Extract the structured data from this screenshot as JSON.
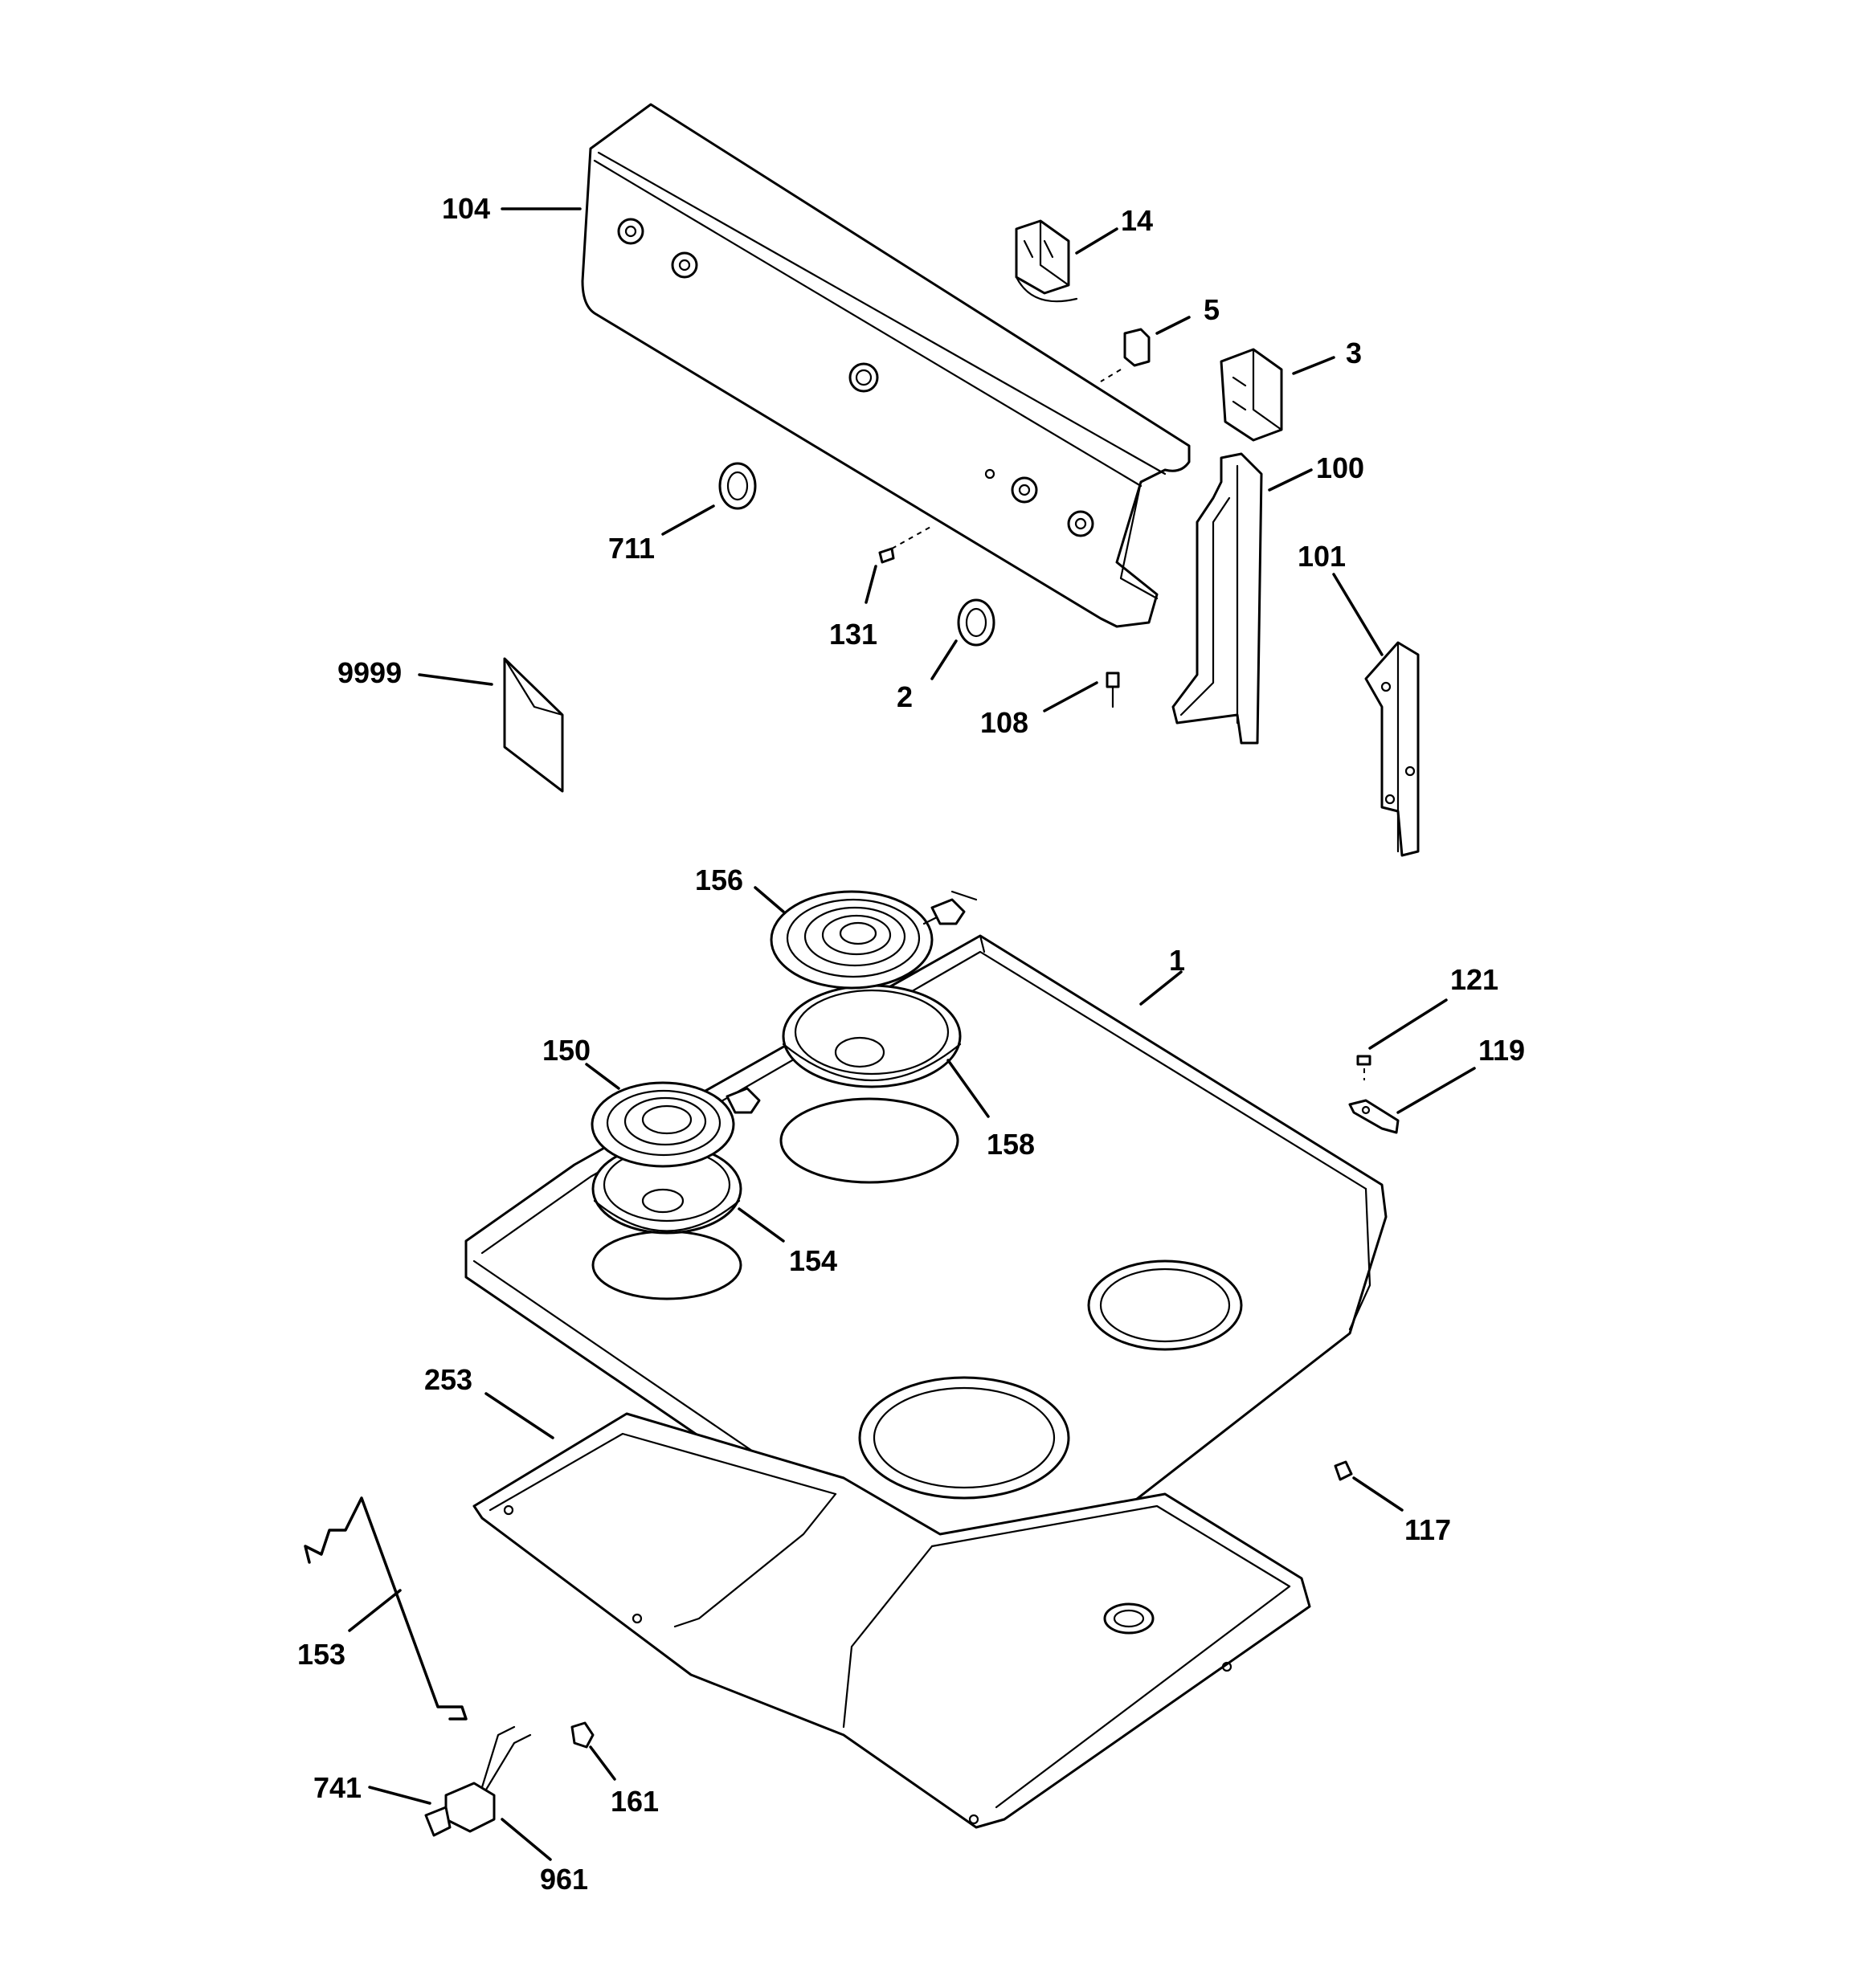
{
  "callouts": [
    {
      "id": "104",
      "text": "104"
    },
    {
      "id": "14",
      "text": "14"
    },
    {
      "id": "5",
      "text": "5"
    },
    {
      "id": "3",
      "text": "3"
    },
    {
      "id": "100",
      "text": "100"
    },
    {
      "id": "101",
      "text": "101"
    },
    {
      "id": "711",
      "text": "711"
    },
    {
      "id": "131",
      "text": "131"
    },
    {
      "id": "2",
      "text": "2"
    },
    {
      "id": "108",
      "text": "108"
    },
    {
      "id": "9999",
      "text": "9999"
    },
    {
      "id": "156",
      "text": "156"
    },
    {
      "id": "1",
      "text": "1"
    },
    {
      "id": "121",
      "text": "121"
    },
    {
      "id": "119",
      "text": "119"
    },
    {
      "id": "150",
      "text": "150"
    },
    {
      "id": "158",
      "text": "158"
    },
    {
      "id": "154",
      "text": "154"
    },
    {
      "id": "253",
      "text": "253"
    },
    {
      "id": "117",
      "text": "117"
    },
    {
      "id": "153",
      "text": "153"
    },
    {
      "id": "741",
      "text": "741"
    },
    {
      "id": "161",
      "text": "161"
    },
    {
      "id": "961",
      "text": "961"
    }
  ]
}
